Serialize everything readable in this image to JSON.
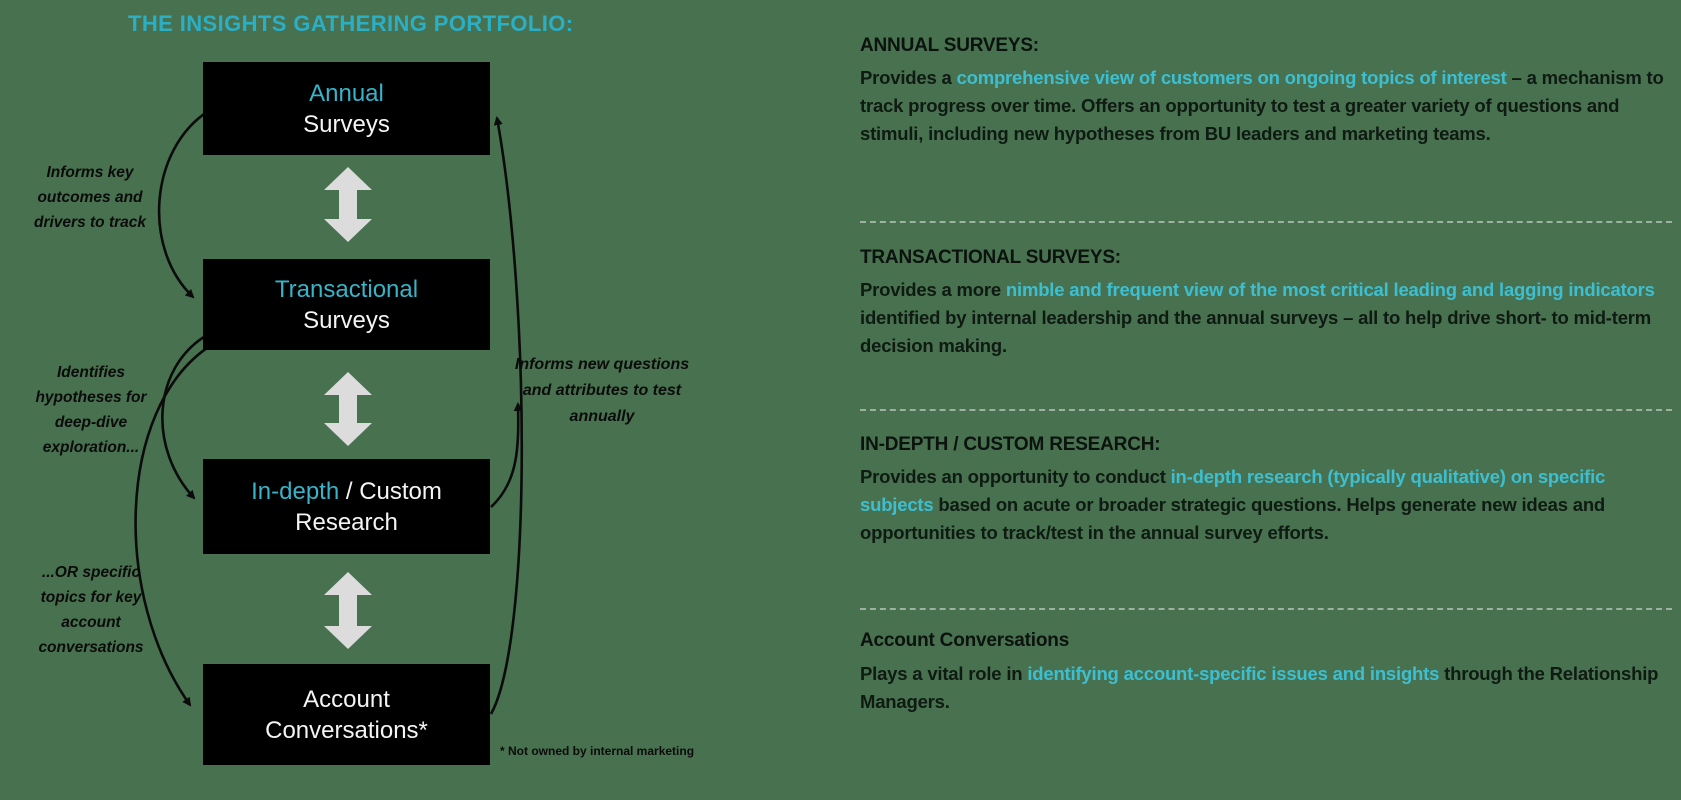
{
  "title": "THE INSIGHTS GATHERING PORTFOLIO:",
  "colors": {
    "background": "#48714F",
    "accent_teal": "#2BAFC4",
    "box_accent": "#35B4CA",
    "text_highlight": "#3DBFD1",
    "box_background": "#000000",
    "connector_gray": "#DCDCDC"
  },
  "diagram": {
    "boxes": [
      {
        "line1_accent": "Annual",
        "line1_rest": "",
        "line2": "Surveys"
      },
      {
        "line1_accent": "Transactional",
        "line1_rest": "",
        "line2": "Surveys"
      },
      {
        "line1_accent": "In-depth",
        "line1_rest": " / Custom",
        "line2": "Research"
      },
      {
        "line1_accent": "",
        "line1_rest": "Account",
        "line2": "Conversations*"
      }
    ],
    "edge_labels": {
      "left_top": "Informs key outcomes and drivers to track",
      "left_middle": "Identifies hypotheses for deep-dive exploration...",
      "left_bottom": "...OR specific topics for key account conversations",
      "right": "Informs new questions and attributes to test annually"
    },
    "footnote": "* Not owned by internal marketing"
  },
  "sections": [
    {
      "heading": "ANNUAL SURVEYS:",
      "para_pre": "Provides a ",
      "para_highlight": "comprehensive view of customers on ongoing topics of interest",
      "para_post": " – a mechanism to track progress over time. Offers an opportunity to test a greater variety of questions and stimuli, including new hypotheses from BU leaders and marketing teams."
    },
    {
      "heading": "TRANSACTIONAL SURVEYS:",
      "para_pre": "Provides a more ",
      "para_highlight": "nimble and frequent view of the most critical leading and lagging indicators",
      "para_post": " identified by internal leadership and the annual surveys – all to help drive short- to mid-term decision making."
    },
    {
      "heading": "IN-DEPTH / CUSTOM RESEARCH:",
      "para_pre": "Provides an opportunity to conduct ",
      "para_highlight": "in-depth research (typically qualitative) on specific subjects",
      "para_post": " based on acute or broader strategic questions. Helps generate new ideas and opportunities to track/test in the annual survey efforts."
    },
    {
      "heading": "Account Conversations",
      "para_pre": "Plays a vital role in ",
      "para_highlight": "identifying account-specific issues and insights",
      "para_post": " through the Relationship Managers."
    }
  ]
}
